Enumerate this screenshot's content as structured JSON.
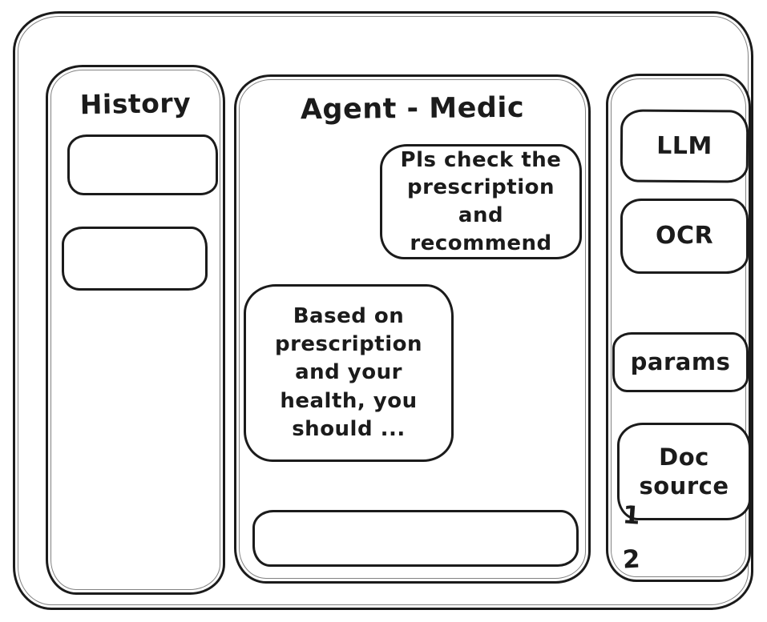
{
  "app": {
    "title": "Agent - Medic"
  },
  "sidebar": {
    "title": "History",
    "items": [
      {
        "label": ""
      },
      {
        "label": ""
      }
    ]
  },
  "chat": {
    "title": "Agent - Medic",
    "messages": [
      {
        "role": "user",
        "text": "Pls check the prescription and recommend"
      },
      {
        "role": "assistant",
        "text": "Based on prescription and your health, you should ..."
      }
    ],
    "input": {
      "value": "",
      "placeholder": ""
    }
  },
  "tools_panel": {
    "buttons": [
      {
        "label": "LLM"
      },
      {
        "label": "OCR"
      },
      {
        "label": "params"
      },
      {
        "label": "Doc source"
      }
    ],
    "doc_source_items": [
      "1",
      "2"
    ]
  },
  "colors": {
    "stroke": "#1b1b1b",
    "background": "#ffffff"
  }
}
